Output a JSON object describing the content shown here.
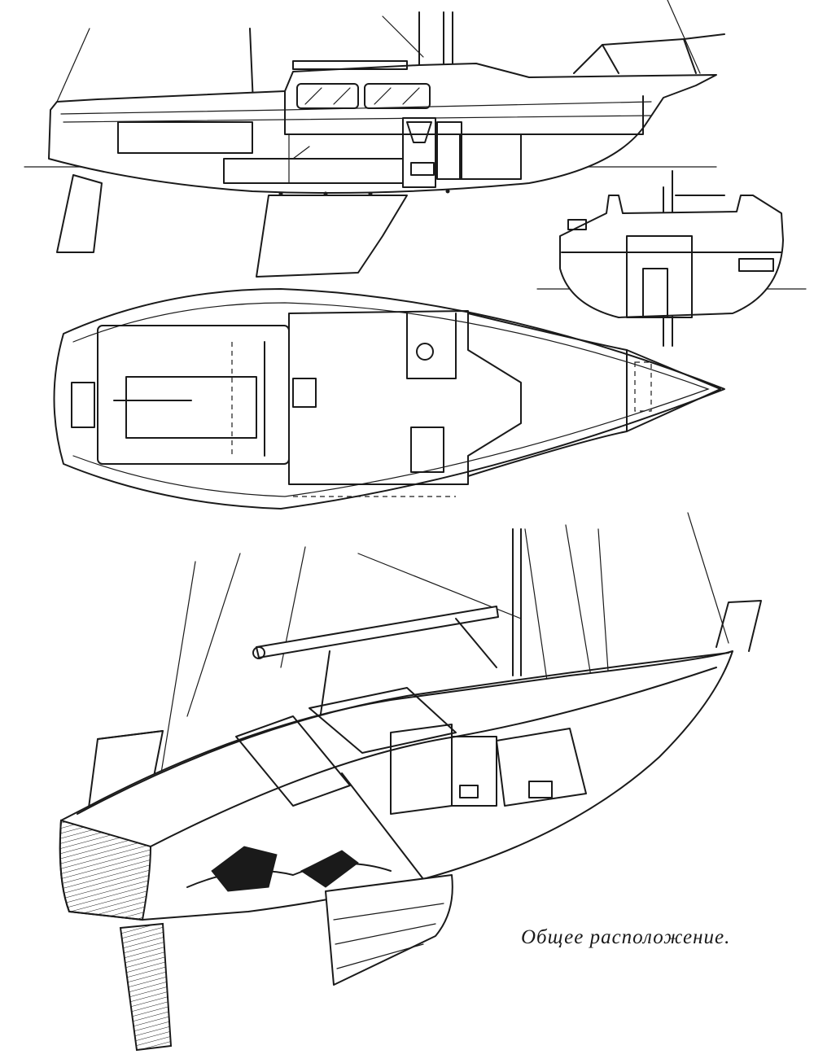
{
  "caption": "Общее расположение.",
  "colors": {
    "ink": "#1a1a1a",
    "paper": "#ffffff"
  },
  "views": [
    {
      "id": "side-profile"
    },
    {
      "id": "midship-section"
    },
    {
      "id": "deck-plan"
    },
    {
      "id": "cutaway-perspective"
    }
  ]
}
